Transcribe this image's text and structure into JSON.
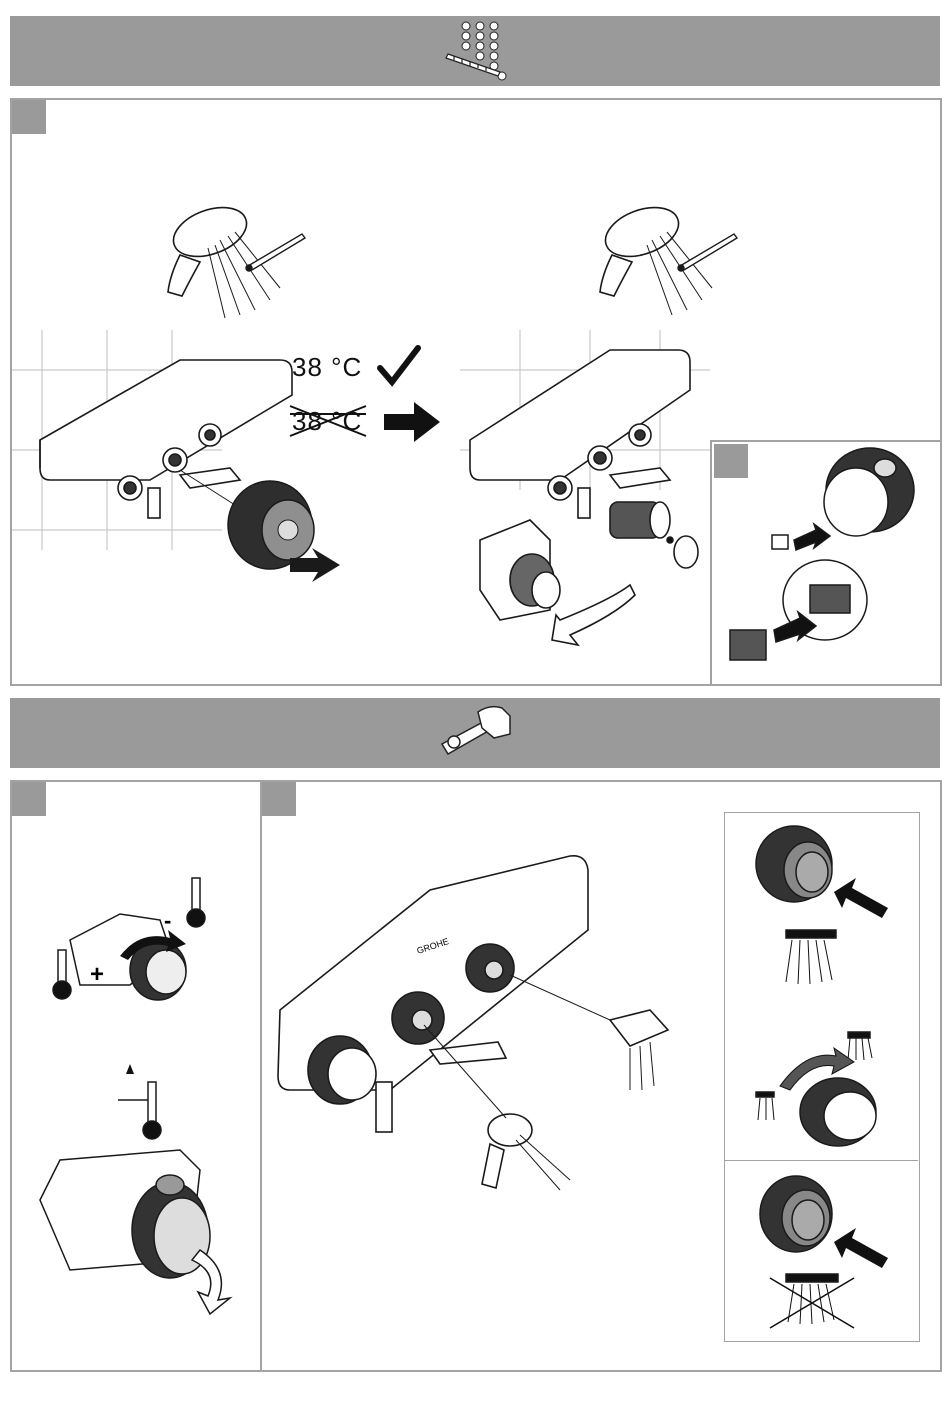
{
  "sections": {
    "calibration": {
      "banner_icon": "calibration-dots-thermometer-icon",
      "temperature_ok": "38 °C",
      "temperature_wrong": "38 °C",
      "steps": [
        {
          "icon": "hand-shower-thermometer-icon"
        },
        {
          "icon": "hand-shower-thermometer-icon"
        },
        {
          "icon": "cartridge-filter-icon"
        }
      ]
    },
    "operation": {
      "banner_icon": "hand-grip-bar-icon",
      "brand_mark": "GROHE"
    }
  },
  "colors": {
    "banner": "#9a9a9a",
    "frame": "#a3a3a3",
    "line": "#1a1a1a"
  }
}
